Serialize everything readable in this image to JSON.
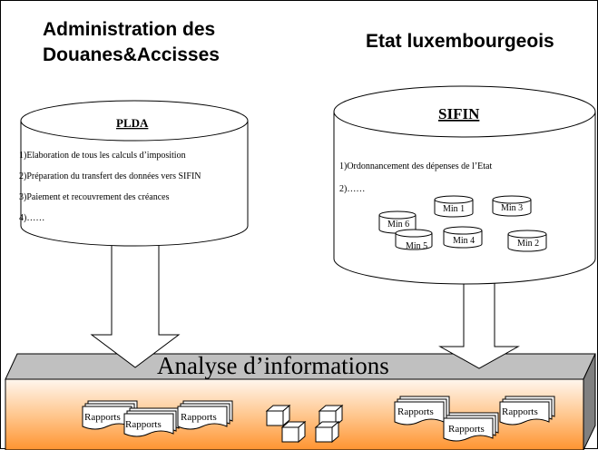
{
  "headers": {
    "left": [
      "Administration des",
      "Douanes&Accisses"
    ],
    "right": "Etat luxembourgeois"
  },
  "plda": {
    "title": "PLDA",
    "lines": [
      "1)Elaboration de tous les calculs d’imposition",
      "2)Préparation du transfert des données vers SIFIN",
      "3)Paiement et recouvrement des créances",
      "4)……"
    ]
  },
  "sifin": {
    "title": "SIFIN",
    "lines": [
      "1)Ordonnancement des dépenses de l’Etat",
      "2)……"
    ],
    "ministries": [
      "Min 1",
      "Min 3",
      "Min 6",
      "Min 4",
      "Min 5",
      "Min 2"
    ]
  },
  "platform": {
    "title": "Analyse d’informations",
    "reports_left": [
      "Rapports",
      "Rapports",
      "Rapports"
    ],
    "reports_right": [
      "Rapports",
      "Rapports",
      "Rapports"
    ]
  },
  "colors": {
    "platform_top": "#c0c0c0",
    "platform_side": "#808080",
    "orange_light": "#fff2e6",
    "orange_dark": "#ff9a33"
  }
}
